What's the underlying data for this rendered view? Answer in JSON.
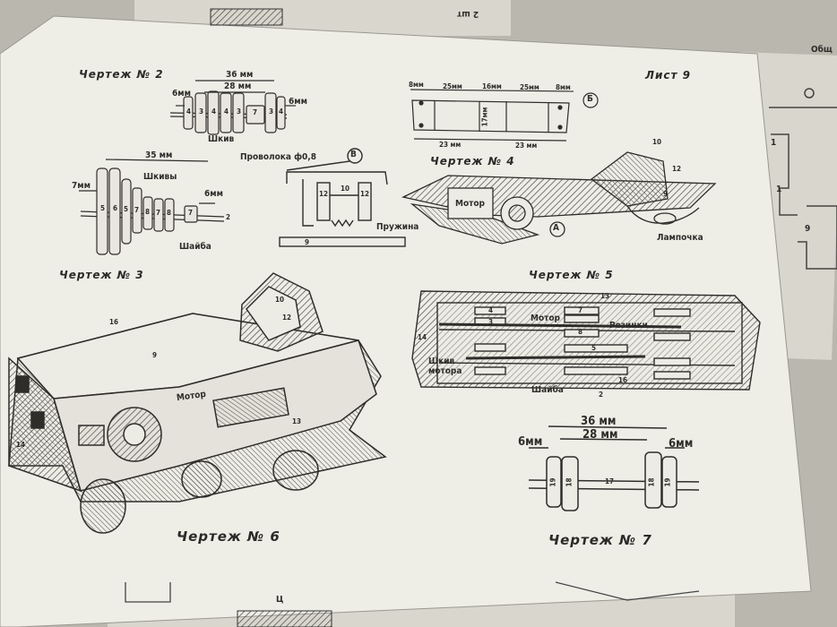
{
  "sheet_label": "Лист 9",
  "corner_top_right": "Общ",
  "corner_top_mid": "2 шт",
  "corner_bottom": "Ц",
  "drawing2": {
    "title": "Чертеж № 2",
    "dim_total": "36 мм",
    "dim_inner": "28 мм",
    "dim_left": "6мм",
    "dim_right": "6мм",
    "parts": [
      "4",
      "3",
      "4",
      "4",
      "3",
      "7",
      "3",
      "4"
    ],
    "caption": "Шкив"
  },
  "drawing3": {
    "title": "Чертеж № 3",
    "dim_total": "35 мм",
    "dim_left": "7мм",
    "dim_right": "6мм",
    "caption_pulleys": "Шкивы",
    "caption_washer": "Шайба",
    "parts": [
      "5",
      "6",
      "5",
      "7",
      "8",
      "7",
      "8",
      "7",
      "2"
    ]
  },
  "drawing_b": {
    "marker": "Б",
    "dims_top": [
      "8мм",
      "25мм",
      "16мм",
      "25мм",
      "8мм"
    ],
    "dims_bottom": [
      "23 мм",
      "23 мм"
    ],
    "dim_side": "17мм"
  },
  "drawing_v": {
    "marker": "В",
    "wire_label": "Проволока ф0,8",
    "spring_label": "Пружина",
    "parts": [
      "12",
      "10",
      "12",
      "9"
    ]
  },
  "drawing4": {
    "title": "Чертеж № 4",
    "motor_label": "Мотор",
    "marker": "А",
    "lamp_label": "Лампочка",
    "parts": [
      "10",
      "12",
      "9"
    ]
  },
  "drawing5": {
    "title": "Чертеж № 5",
    "motor_label": "Мотор",
    "rubber_label": "Резинки",
    "pulley_label": "Шкив мотора",
    "washer_label": "Шайба",
    "parts": [
      "13",
      "14",
      "16",
      "2",
      "4",
      "3",
      "7",
      "8",
      "5"
    ]
  },
  "drawing6": {
    "title": "Чертеж № 6",
    "motor_label": "Мотор",
    "parts": [
      "16",
      "9",
      "13",
      "14",
      "10",
      "12"
    ]
  },
  "drawing7": {
    "title": "Чертеж № 7",
    "dim_total": "36 мм",
    "dim_inner": "28 мм",
    "dim_left": "6мм",
    "dim_right": "6мм",
    "parts": [
      "19",
      "18",
      "17",
      "18",
      "19"
    ]
  },
  "right_sheet": {
    "labels": [
      "1",
      "1",
      "9"
    ]
  }
}
